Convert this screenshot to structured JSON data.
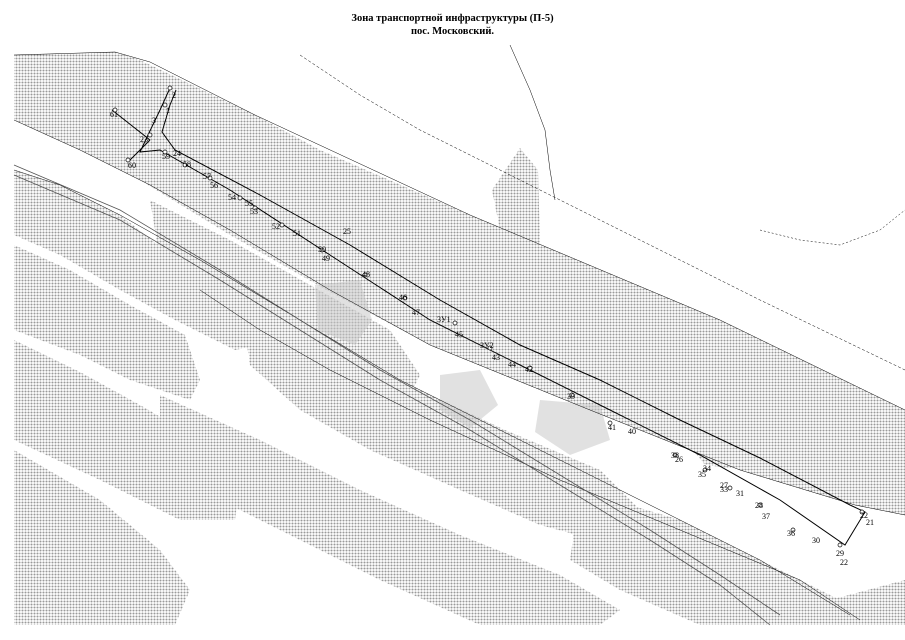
{
  "title": {
    "line1": "Зона транспортной инфраструктуры (П-5)",
    "line2": "пос. Московский."
  },
  "colors": {
    "hatch": "#9a9a9a",
    "line": "#000000",
    "background": "#ffffff"
  },
  "points": [
    {
      "id": "1",
      "label": "1"
    },
    {
      "id": "2",
      "label": "2"
    },
    {
      "id": "3",
      "label": "3"
    },
    {
      "id": "33",
      "label": "33"
    },
    {
      "id": "34",
      "label": "34"
    },
    {
      "id": "35",
      "label": "35"
    },
    {
      "id": "36",
      "label": "36"
    },
    {
      "id": "37",
      "label": "37"
    },
    {
      "id": "38",
      "label": "38"
    },
    {
      "id": "39",
      "label": "39"
    },
    {
      "id": "40",
      "label": "40"
    },
    {
      "id": "41",
      "label": "41"
    },
    {
      "id": "42",
      "label": "42"
    },
    {
      "id": "43",
      "label": "43"
    },
    {
      "id": "44",
      "label": "44"
    },
    {
      "id": "45",
      "label": "45"
    },
    {
      "id": "46",
      "label": "46"
    },
    {
      "id": "47",
      "label": "47"
    },
    {
      "id": "48",
      "label": "48"
    },
    {
      "id": "49",
      "label": "49"
    },
    {
      "id": "50",
      "label": "50"
    },
    {
      "id": "51",
      "label": "51"
    },
    {
      "id": "52",
      "label": "52"
    },
    {
      "id": "53",
      "label": "53"
    },
    {
      "id": "54",
      "label": "54"
    },
    {
      "id": "55",
      "label": "55"
    },
    {
      "id": "56",
      "label": "56"
    },
    {
      "id": "57",
      "label": "57"
    },
    {
      "id": "58",
      "label": "58"
    },
    {
      "id": "59",
      "label": "59"
    },
    {
      "id": "60",
      "label": "60"
    },
    {
      "id": "61",
      "label": "61"
    },
    {
      "id": "21",
      "label": "21"
    },
    {
      "id": "22",
      "label": "22"
    },
    {
      "id": "23",
      "label": "23"
    },
    {
      "id": "24",
      "label": "24"
    },
    {
      "id": "25",
      "label": "25"
    },
    {
      "id": "26",
      "label": "26"
    },
    {
      "id": "27",
      "label": "27"
    },
    {
      "id": "28",
      "label": "28"
    },
    {
      "id": "29",
      "label": "29"
    },
    {
      "id": "30",
      "label": "30"
    },
    {
      "id": "31",
      "label": "31"
    },
    {
      "id": "3y1",
      "label": "3У1"
    },
    {
      "id": "3y2",
      "label": "3У2"
    }
  ]
}
